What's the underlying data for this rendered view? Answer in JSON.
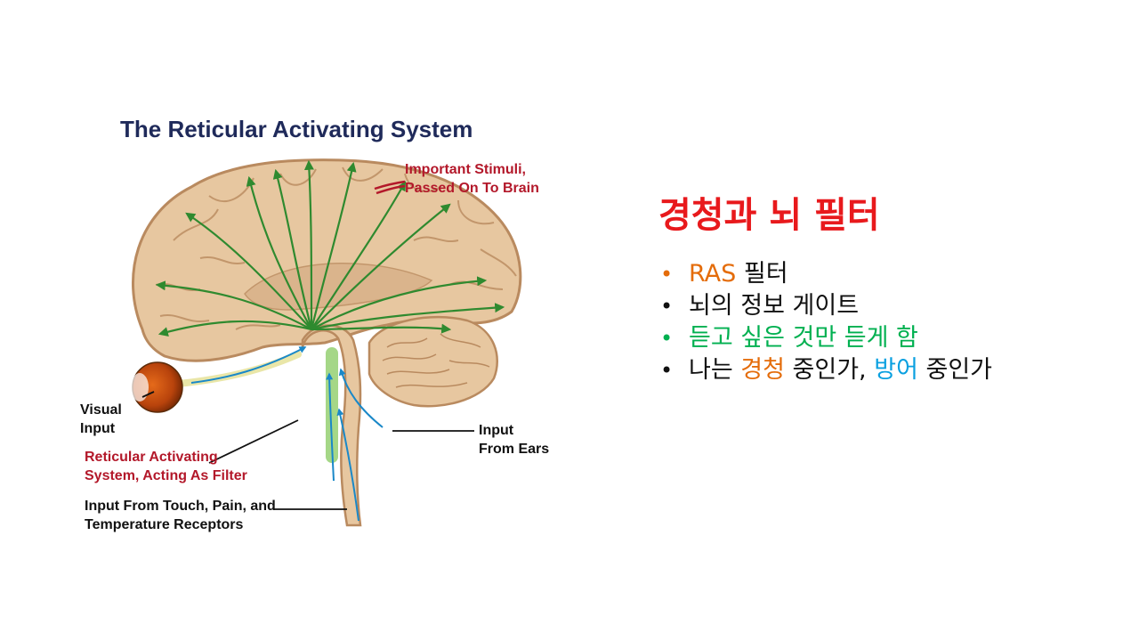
{
  "colors": {
    "title_red": "#e8191c",
    "orange": "#e46c0a",
    "green": "#00b050",
    "blue": "#0aa0e0",
    "black": "#111111",
    "label_red": "#b3182a",
    "diagram_title": "#1f2a5a",
    "brain": "#e7c7a0",
    "brain_dark": "#b98a5f",
    "arrow_green": "#2f8a2f",
    "signal_blue": "#1a88c8"
  },
  "diagram": {
    "title": "The Reticular Activating System",
    "labels": {
      "important_stimuli": "Important Stimuli,\nPassed On To Brain",
      "visual_input": "Visual\nInput",
      "ras_filter": "Reticular Activating\nSystem, Acting As Filter",
      "touch_input": "Input From Touch, Pain, and\nTemperature Receptors",
      "ears_input": "Input\nFrom Ears"
    },
    "icons": [
      "brain-illustration",
      "eye-icon",
      "spinal-cord",
      "cerebellum"
    ]
  },
  "slide": {
    "title": "경청과 뇌 필터",
    "bullets": [
      {
        "bullet_color": "#e46c0a",
        "segments": [
          {
            "text": "RAS",
            "color": "#e46c0a"
          },
          {
            "text": " 필터",
            "color": "#111111"
          }
        ]
      },
      {
        "bullet_color": "#111111",
        "segments": [
          {
            "text": "뇌의 정보 게이트",
            "color": "#111111"
          }
        ]
      },
      {
        "bullet_color": "#00b050",
        "segments": [
          {
            "text": "듣고 싶은 것만 듣게 함",
            "color": "#00b050"
          }
        ]
      },
      {
        "bullet_color": "#111111",
        "segments": [
          {
            "text": "나는 ",
            "color": "#111111"
          },
          {
            "text": "경청",
            "color": "#e46c0a"
          },
          {
            "text": " 중인가, ",
            "color": "#111111"
          },
          {
            "text": "방어",
            "color": "#0aa0e0"
          },
          {
            "text": " 중인가",
            "color": "#111111"
          }
        ]
      }
    ]
  }
}
